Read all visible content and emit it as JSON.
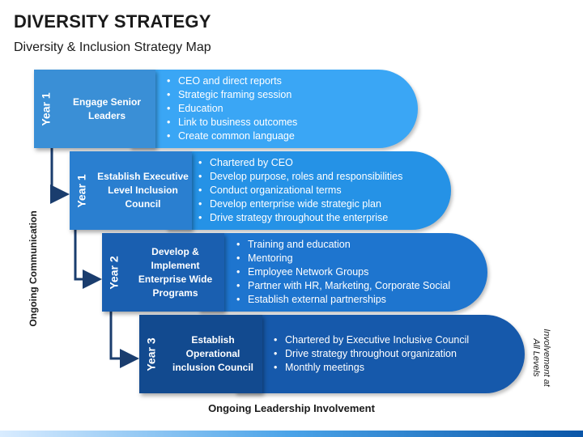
{
  "header": {
    "title": "DIVERSITY STRATEGY",
    "subtitle": "Diversity & Inclusion Strategy Map"
  },
  "steps": [
    {
      "year": "Year 1",
      "label": "Engage Senior Leaders",
      "bullets": [
        "CEO and direct reports",
        "Strategic framing session",
        "Education",
        "Link to business outcomes",
        "Create common language"
      ]
    },
    {
      "year": "Year 1",
      "label": "Establish Executive Level Inclusion Council",
      "bullets": [
        "Chartered by CEO",
        "Develop purpose, roles and responsibilities",
        "Conduct organizational terms",
        "Develop enterprise wide strategic plan",
        "Drive strategy throughout the enterprise"
      ]
    },
    {
      "year": "Year 2",
      "label": "Develop & Implement Enterprise Wide Programs",
      "bullets": [
        "Training and education",
        "Mentoring",
        "Employee Network Groups",
        "Partner with HR, Marketing, Corporate Social",
        "Establish external partnerships"
      ]
    },
    {
      "year": "Year 3",
      "label": "Establish Operational inclusion Council",
      "bullets": [
        "Chartered by Executive Inclusive Council",
        "Drive strategy throughout organization",
        "Monthly meetings"
      ]
    }
  ],
  "labels": {
    "left": "Ongoing Communication",
    "bottom": "Ongoing Leadership Involvement",
    "right": "Involvement at All Levels"
  },
  "colors": {
    "step1_box": "#3a8fd6",
    "step1_pill": "#3aa6f5",
    "step2_box": "#2a7fd0",
    "step2_pill": "#2592e6",
    "step3_box": "#1a5fb0",
    "step3_pill": "#1e75cf",
    "step4_box": "#124a8f",
    "step4_pill": "#1659ab",
    "arrow": "#1a3d6e"
  }
}
